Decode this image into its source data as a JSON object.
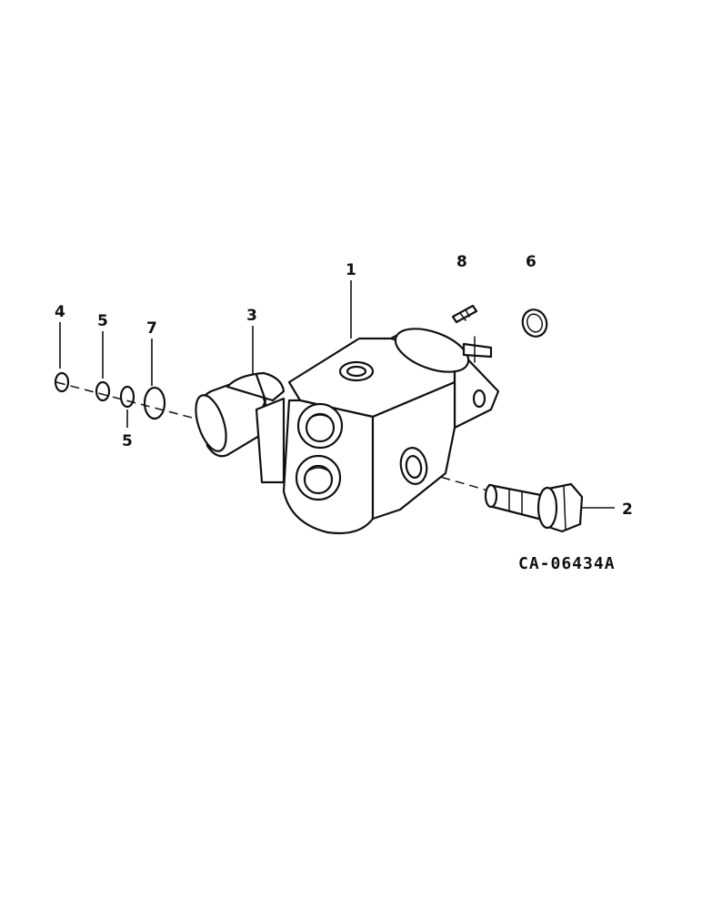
{
  "drawing_code": "CA-06434A",
  "callouts": [
    {
      "id": "1",
      "label": "1"
    },
    {
      "id": "2",
      "label": "2"
    },
    {
      "id": "3",
      "label": "3"
    },
    {
      "id": "4",
      "label": "4"
    },
    {
      "id": "5a",
      "label": "5"
    },
    {
      "id": "5b",
      "label": "5"
    },
    {
      "id": "6",
      "label": "6"
    },
    {
      "id": "7",
      "label": "7"
    },
    {
      "id": "8",
      "label": "8"
    }
  ]
}
